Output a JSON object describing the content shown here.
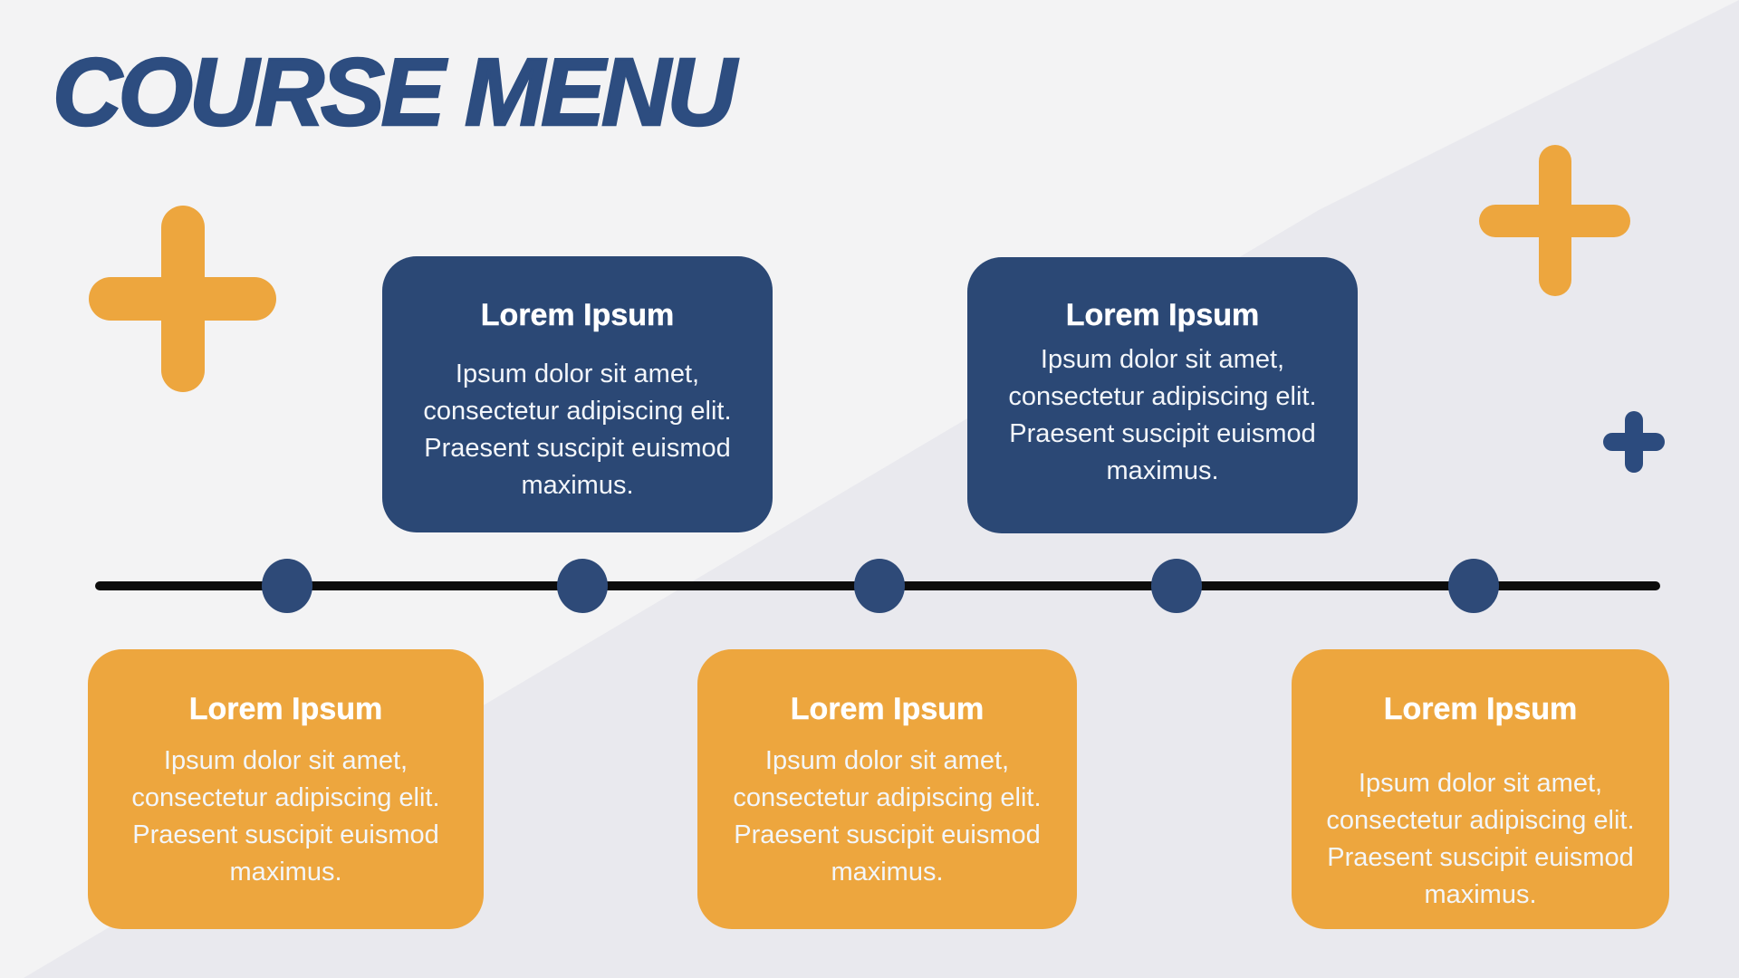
{
  "slide": {
    "title": "COURSE MENU"
  },
  "colors": {
    "navy_card": "#2b4875",
    "navy_title": "#2d4d80",
    "orange": "#eda63e",
    "background_light": "#f3f3f4",
    "background_dark": "#e9e9ee",
    "timeline_line": "#0c0c0c",
    "card_text": "#f3f6fa"
  },
  "timeline": {
    "dot_count": 5
  },
  "cards": {
    "top": [
      {
        "heading": "Lorem Ipsum",
        "body_lines": [
          "Ipsum dolor sit amet,",
          "consectetur adipiscing elit.",
          "Praesent suscipit euismod",
          "maximus."
        ]
      },
      {
        "heading": "Lorem Ipsum",
        "body_lines": [
          "Ipsum dolor sit amet,",
          "consectetur adipiscing elit.",
          "Praesent suscipit euismod",
          "maximus."
        ]
      }
    ],
    "bottom": [
      {
        "heading": "Lorem Ipsum",
        "body_lines": [
          "Ipsum dolor sit amet,",
          "consectetur adipiscing elit.",
          "Praesent suscipit euismod",
          "maximus."
        ]
      },
      {
        "heading": "Lorem Ipsum",
        "body_lines": [
          "Ipsum dolor sit amet,",
          "consectetur adipiscing elit.",
          "Praesent suscipit euismod",
          "maximus."
        ]
      },
      {
        "heading": "Lorem Ipsum",
        "body_lines": [
          "Ipsum dolor sit amet,",
          "consectetur adipiscing elit.",
          "Praesent suscipit euismod",
          "maximus."
        ]
      }
    ]
  },
  "decorations": {
    "plus_left": "plus-icon",
    "plus_top_right": "plus-icon",
    "plus_small_navy": "plus-icon"
  }
}
